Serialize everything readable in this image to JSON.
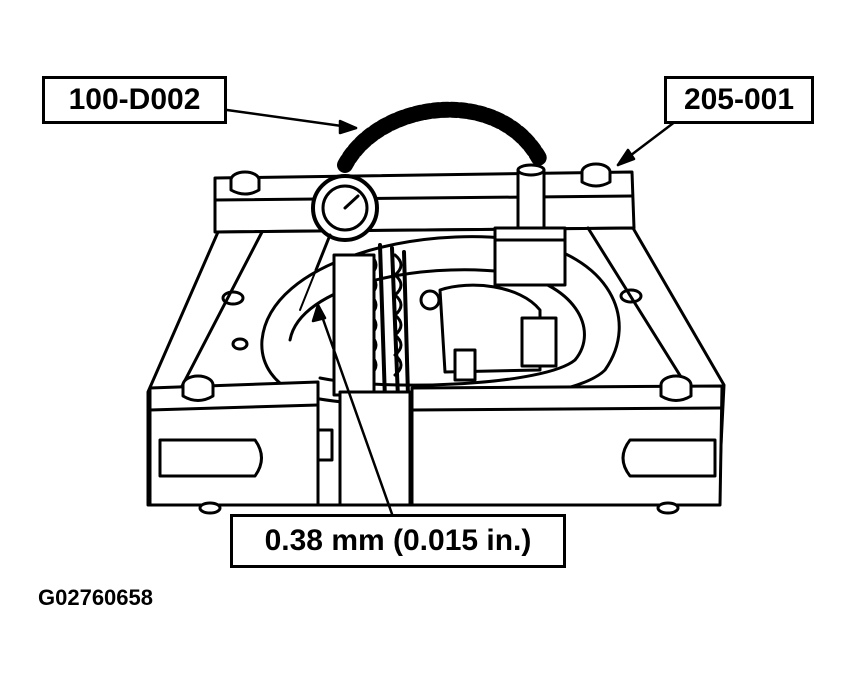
{
  "callouts": {
    "left_tool": "100-D002",
    "right_tool": "205-001",
    "measurement": "0.38 mm (0.015 in.)"
  },
  "figure_id": "G02760658"
}
